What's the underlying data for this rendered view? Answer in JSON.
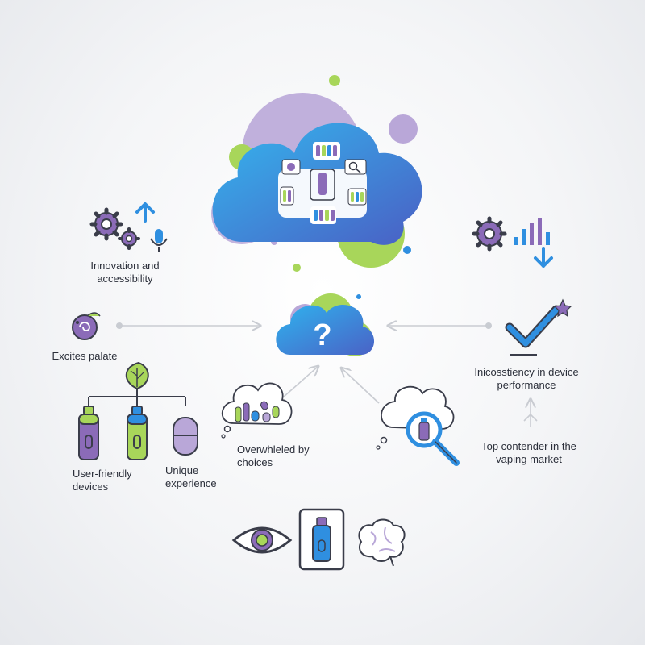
{
  "labels": {
    "innovation": "Innovation and accessibility",
    "excites": "Excites palate",
    "user_friendly": "User-friendly devices",
    "unique": "Unique experience",
    "overwhelmed": "Overwhleled by choices",
    "inconsistency": "Inicosstiency in device performance",
    "top_contender": "Top contender in the vaping market"
  },
  "central_symbol": "?",
  "colors": {
    "blue": "#2f8fe0",
    "blue_light": "#3fb0ea",
    "purple": "#8b6bb8",
    "lilac": "#b9a7d8",
    "green": "#a8d65a",
    "dark": "#3a3d4a",
    "arrow": "#c9ccd2"
  },
  "icons": [
    "cloud-icon",
    "question-cloud-icon",
    "gear-icon",
    "arrow-up-icon",
    "microphone-icon",
    "bar-chart-icon",
    "arrow-down-icon",
    "checkmark-icon",
    "star-icon",
    "berry-icon",
    "leaf-icon",
    "vape-device-icon",
    "magnifier-icon",
    "thought-bubble-icon",
    "eye-icon",
    "brain-icon"
  ]
}
